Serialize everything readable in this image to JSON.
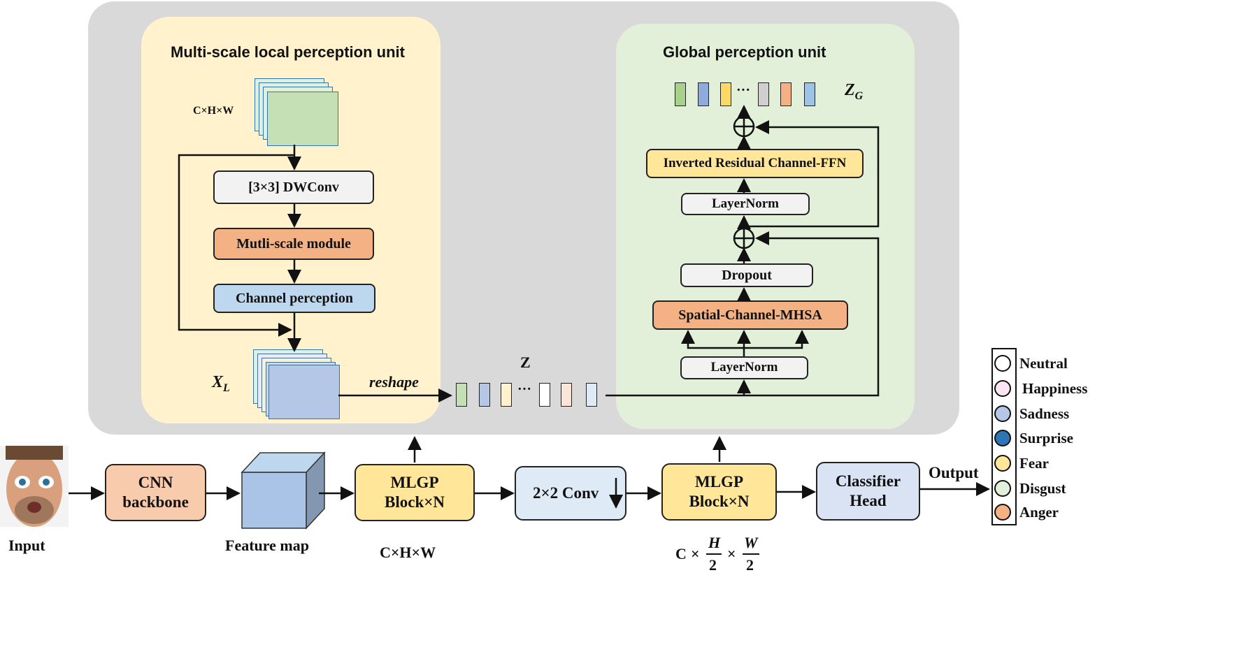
{
  "local_unit": {
    "title": "Multi-scale local perception  unit",
    "input_dims": "C×H×W",
    "dwconv": "[3×3] DWConv",
    "multiscale": "Mutli-scale module",
    "channel": "Channel perception",
    "output_symbol": "X",
    "output_sub": "L",
    "reshape": "reshape"
  },
  "tokens_label": "Z",
  "global_unit": {
    "title": "Global  perception unit",
    "output_symbol": "Z",
    "output_sub": "G",
    "ffn": "Inverted Residual Channel-FFN",
    "layernorm_top": "LayerNorm",
    "dropout": "Dropout",
    "mhsa": "Spatial-Channel-MHSA",
    "layernorm_bottom": "LayerNorm"
  },
  "pipeline": {
    "input": "Input",
    "cnn_line1": "CNN",
    "cnn_line2": "backbone",
    "feature_map": "Feature map",
    "mlgp_line1": "MLGP",
    "mlgp_line2": "Block×N",
    "dims1": "C×H×W",
    "conv": "2×2 Conv",
    "mlgp2_line1": "MLGP",
    "mlgp2_line2": "Block×N",
    "dims2_c": "C",
    "dims2_h": "H",
    "dims2_w": "W",
    "dims2_den": "2",
    "classifier_line1": "Classifier",
    "classifier_line2": "Head",
    "output": "Output"
  },
  "legend": [
    {
      "label": "Neutral",
      "color": "#ffffff"
    },
    {
      "label": "Happiness",
      "color": "#fbe4f3"
    },
    {
      "label": "Sadness",
      "color": "#b4c7e7"
    },
    {
      "label": "Surprise",
      "color": "#2e75b6"
    },
    {
      "label": "Fear",
      "color": "#ffe699"
    },
    {
      "label": "Disgust",
      "color": "#e2f0d9"
    },
    {
      "label": "Anger",
      "color": "#f4b183"
    }
  ],
  "colors": {
    "panel_gray": "#d9d9d9",
    "local_bg": "#fff2cc",
    "global_bg": "#e2f0d9",
    "orange": "#f4b183",
    "blue": "#bdd7ee",
    "yellow": "#ffe699",
    "light_gray_box": "#f2f2f2",
    "peach": "#f8cbad",
    "light_blue_box": "#deebf7",
    "classifier": "#dae3f3"
  }
}
